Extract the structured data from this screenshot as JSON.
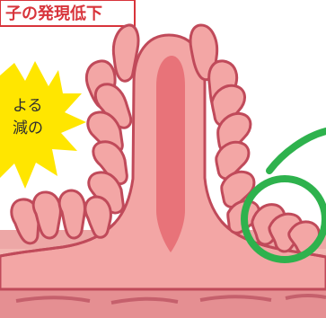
{
  "title": {
    "text": "子の発現低下"
  },
  "burst": {
    "line1": "よる",
    "line2": "減の"
  },
  "colors": {
    "title_border": "#d8343b",
    "title_text": "#d8343b",
    "burst_fill": "#ffe600",
    "villus_fill": "#f3a6a5",
    "villus_stroke": "#c04a5a",
    "villus_core": "#e87379",
    "highlight_circle": "#2eb24d",
    "tissue_band": "#e8989a",
    "tissue_dark": "#b84b5a"
  },
  "icons": {
    "burst_icon": "starburst-shape",
    "highlight_icon": "circle-highlight"
  }
}
